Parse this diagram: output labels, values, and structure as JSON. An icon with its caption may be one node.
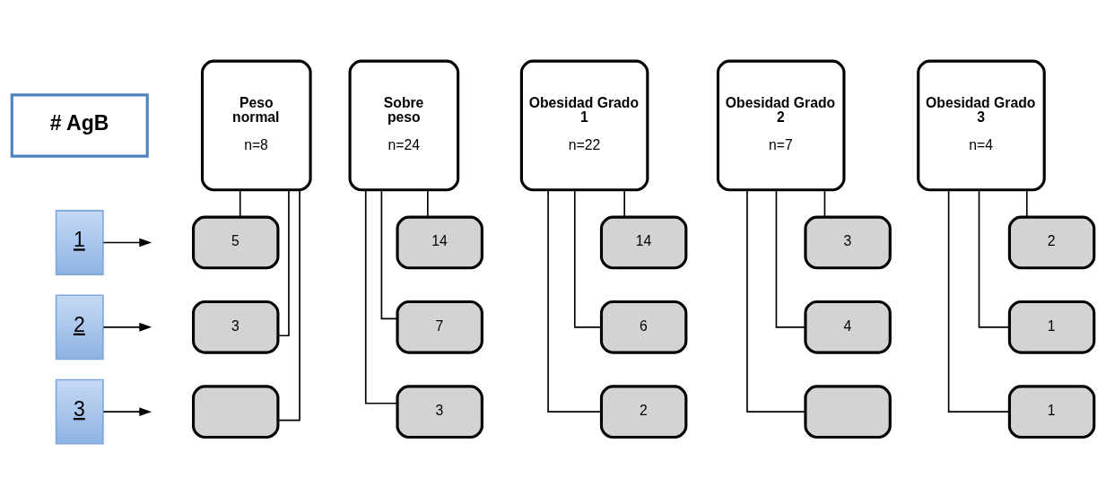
{
  "diagram": {
    "nodes": [
      {
        "text": [
          "# AgB"
        ]
      },
      {
        "text": [
          "Peso normal",
          "n=8"
        ]
      },
      {
        "text": [
          "Sobre peso",
          "n=24"
        ]
      },
      {
        "text": [
          "Obesidad Grado 1",
          "n=22"
        ]
      },
      {
        "text": [
          "Obesidad Grado 2",
          "n=7"
        ]
      },
      {
        "text": [
          "Obesidad Grado 3",
          "n=4"
        ]
      },
      {
        "text": [
          "1"
        ]
      },
      {
        "text": [
          "2"
        ]
      },
      {
        "text": [
          "3"
        ]
      },
      {
        "text": [
          "5"
        ]
      },
      {
        "text": [
          "3"
        ]
      },
      {
        "text": [],
        "shape": "box"
      },
      {
        "text": [
          "14"
        ]
      },
      {
        "text": [
          "7"
        ]
      },
      {
        "text": [
          "3"
        ]
      },
      {
        "text": [
          "14"
        ]
      },
      {
        "text": [
          "6"
        ]
      },
      {
        "text": [
          "2"
        ]
      },
      {
        "text": [
          "3"
        ]
      },
      {
        "text": [
          "4"
        ]
      },
      {
        "text": [],
        "shape": "box"
      },
      {
        "text": [
          "2"
        ]
      },
      {
        "text": [
          "1"
        ]
      },
      {
        "text": [
          "1"
        ]
      }
    ],
    "edges": [
      {
        "from": 6,
        "to": null,
        "arrow": "to"
      },
      {
        "from": 7,
        "to": null,
        "arrow": "to"
      },
      {
        "from": 8,
        "to": null,
        "arrow": "to"
      },
      {
        "from": 1,
        "to": 9,
        "arrow": "none"
      },
      {
        "from": 1,
        "to": 10,
        "arrow": "none"
      },
      {
        "from": 1,
        "to": 11,
        "arrow": "none"
      },
      {
        "from": 2,
        "to": 12,
        "arrow": "none"
      },
      {
        "from": 2,
        "to": 13,
        "arrow": "none"
      },
      {
        "from": 2,
        "to": 14,
        "arrow": "none"
      },
      {
        "from": 3,
        "to": 15,
        "arrow": "none"
      },
      {
        "from": 3,
        "to": 16,
        "arrow": "none"
      },
      {
        "from": 3,
        "to": 17,
        "arrow": "none"
      },
      {
        "from": 4,
        "to": 18,
        "arrow": "none"
      },
      {
        "from": 4,
        "to": 19,
        "arrow": "none"
      },
      {
        "from": 4,
        "to": 20,
        "arrow": "none"
      },
      {
        "from": 5,
        "to": 21,
        "arrow": "none"
      },
      {
        "from": 5,
        "to": 22,
        "arrow": "none"
      },
      {
        "from": 5,
        "to": 23,
        "arrow": "none"
      }
    ]
  }
}
